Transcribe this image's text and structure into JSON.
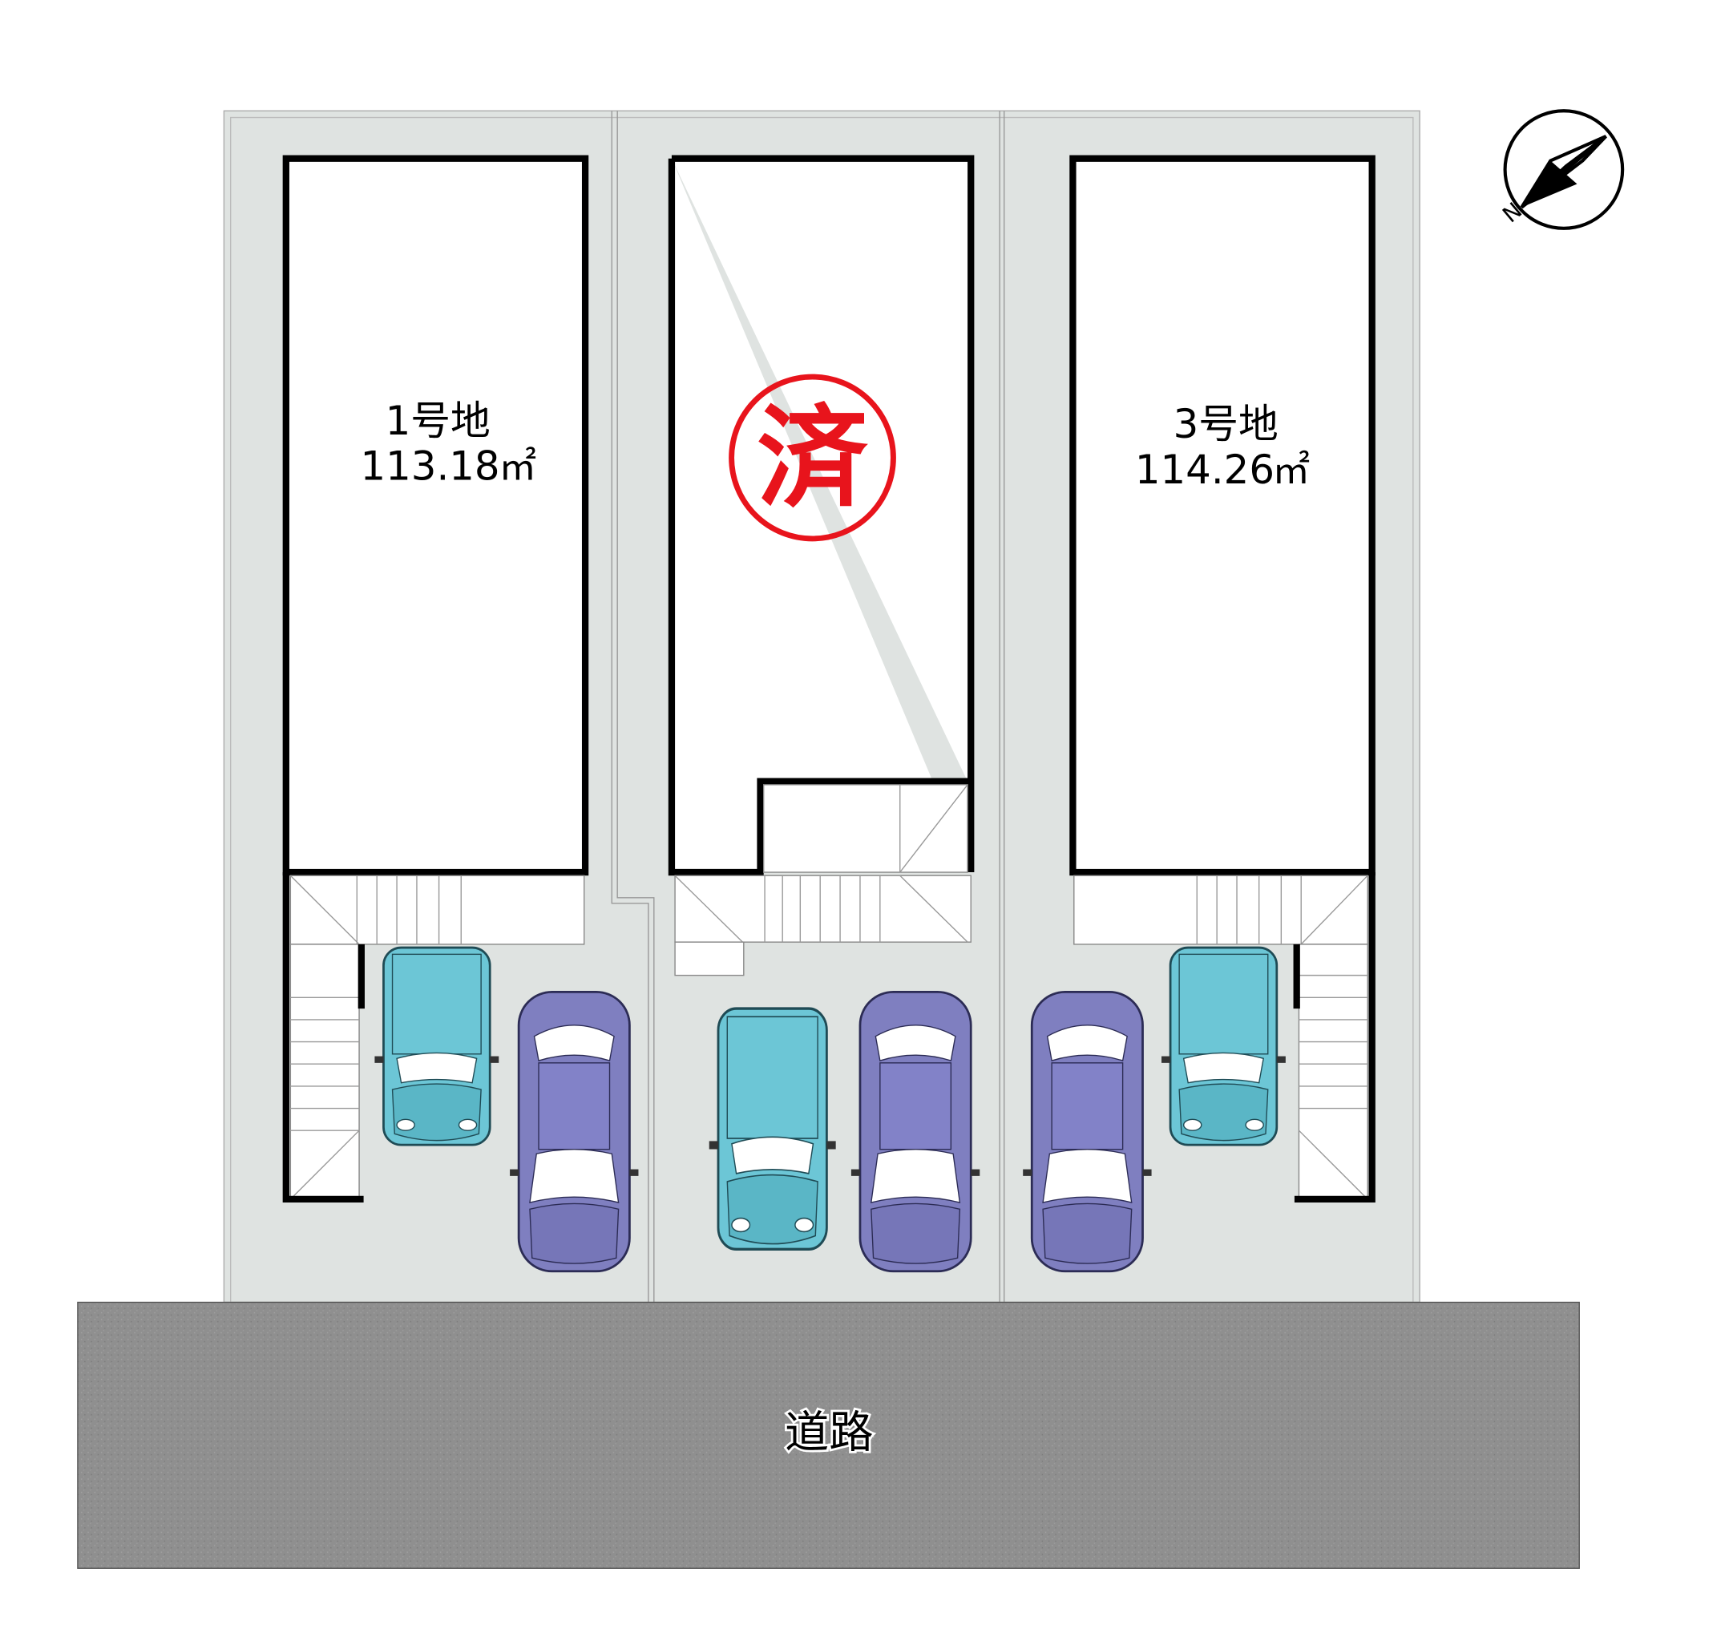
{
  "lots": [
    {
      "name": "1号地",
      "area": "113.18",
      "unit": "㎡"
    },
    {
      "name": "",
      "area": "",
      "unit": "",
      "status_stamp": "済"
    },
    {
      "name": "3号地",
      "area": "114.26",
      "unit": "㎡"
    }
  ],
  "road_label": "道路",
  "compass_label": "N",
  "colors": {
    "lot_ground": "#dfe3e1",
    "road": "#8e8e8e",
    "stamp": "#e8141c",
    "car_teal": "#6cc6d6",
    "car_purple": "#7f7fc0"
  }
}
